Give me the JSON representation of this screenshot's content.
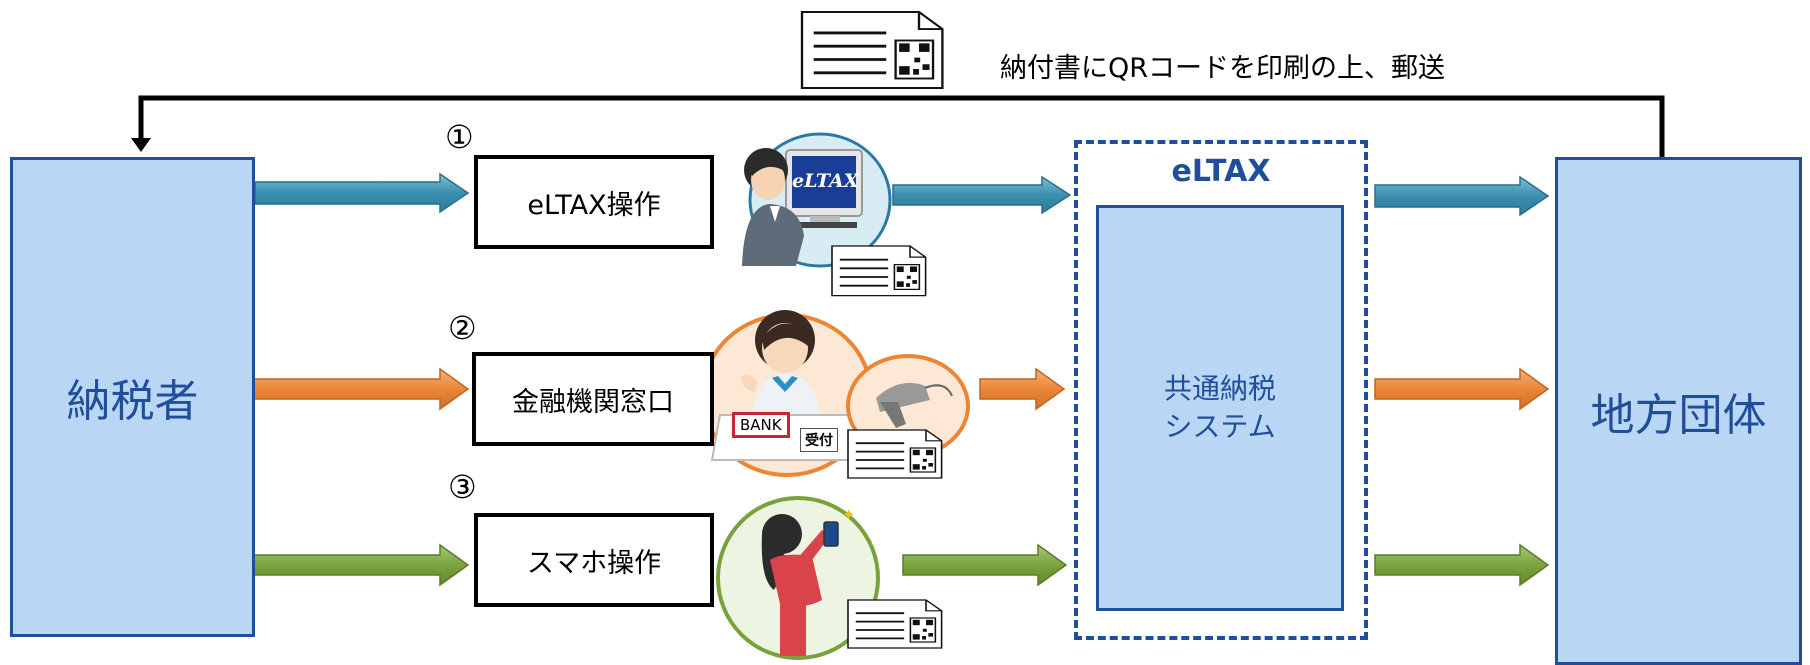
{
  "taxpayer": {
    "label": "納税者"
  },
  "local_gov": {
    "label": "地方団体"
  },
  "mail_caption": "納付書にQRコードを印刷の上、郵送",
  "steps": [
    {
      "number": "①",
      "label": "eLTAX操作"
    },
    {
      "number": "②",
      "label": "金融機関窓口"
    },
    {
      "number": "③",
      "label": "スマホ操作"
    }
  ],
  "eltax": {
    "title": "eLTAX",
    "system_line1": "共通納税",
    "system_line2": "システム"
  },
  "illustrations": {
    "pc_logo": "eLTAX",
    "bank_sign": "BANK",
    "reception_sign": "受付"
  },
  "colors": {
    "blue_arrow": "#3a8fae",
    "orange_arrow": "#ea8636",
    "green_arrow": "#7aa23c",
    "box_fill": "#b9d6f5",
    "box_border": "#1f4e9a"
  }
}
